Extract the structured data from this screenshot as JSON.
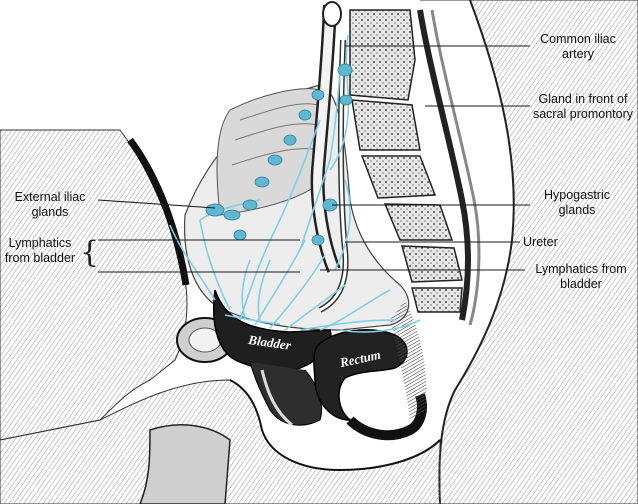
{
  "labels": {
    "common_iliac_artery": {
      "line1": "Common iliac",
      "line2": "artery"
    },
    "gland_sacral_promontory": {
      "line1": "Gland in front of",
      "line2": "sacral promontory"
    },
    "external_iliac_glands": {
      "line1": "External iliac",
      "line2": "glands"
    },
    "hypogastric_glands": {
      "line1": "Hypogastric",
      "line2": "glands"
    },
    "lymphatics_from_bladder_left": {
      "line1": "Lymphatics",
      "line2": "from bladder",
      "brace": "{"
    },
    "ureter": {
      "line1": "Ureter"
    },
    "lymphatics_from_bladder_right": {
      "line1": "Lymphatics from",
      "line2": "bladder"
    }
  },
  "organ_labels": {
    "bladder": "Bladder",
    "rectum": "Rectum"
  },
  "colors": {
    "lymphatic": "#7fd0e6",
    "lymph_gland": "#5fb8d2",
    "ink": "#1a1a1a"
  }
}
